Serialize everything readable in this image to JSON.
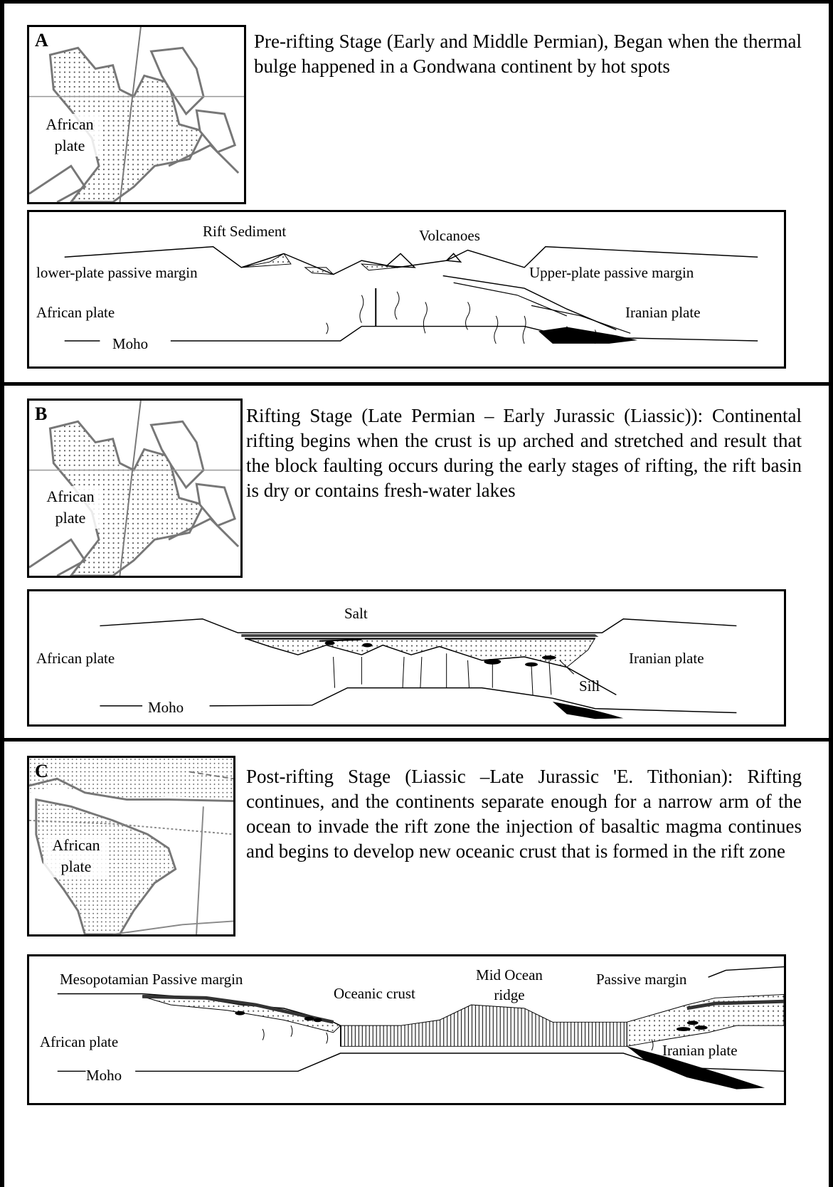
{
  "panels": [
    {
      "letter": "A",
      "map_label": "African plate",
      "description": "Pre-rifting Stage (Early and Middle Permian), Began when the thermal bulge happened in a Gondwana continent by hot spots",
      "labels": {
        "rift_sediment": "Rift Sediment",
        "volcanoes": "Volcanoes",
        "lower_margin": "lower-plate passive margin",
        "upper_margin": "Upper-plate passive margin",
        "african_plate": "African plate",
        "iranian_plate": "Iranian plate",
        "moho": "Moho"
      }
    },
    {
      "letter": "B",
      "map_label": "African plate",
      "description": "Rifting Stage (Late Permian – Early Jurassic (Liassic)): Continental rifting begins when the crust is up arched and stretched and result that the block faulting occurs during the early stages of rifting, the rift basin is dry or contains fresh-water lakes",
      "labels": {
        "salt": "Salt",
        "african_plate": "African plate",
        "iranian_plate": "Iranian plate",
        "sill": "Sill",
        "moho": "Moho"
      }
    },
    {
      "letter": "C",
      "map_label": "African plate",
      "description": "Post-rifting Stage (Liassic –Late Jurassic 'E. Tithonian): Rifting continues, and the continents separate enough for a narrow arm of the ocean to invade the rift zone the injection of basaltic magma continues and begins to develop new oceanic crust that is formed in the rift zone",
      "labels": {
        "meso_margin": "Mesopotamian Passive margin",
        "oceanic_crust": "Oceanic crust",
        "mid_ocean_ridge": "Mid Ocean ridge",
        "passive_margin": "Passive margin",
        "african_plate": "African plate",
        "iranian_plate": "Iranian plate",
        "moho": "Moho"
      }
    }
  ]
}
